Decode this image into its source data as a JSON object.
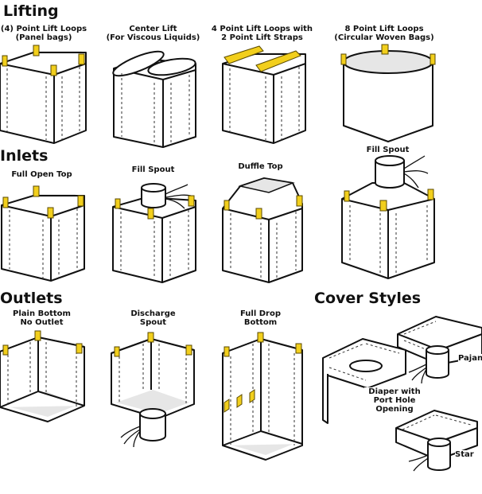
{
  "sections": {
    "lifting": "Lifting",
    "inlets": "Inlets",
    "outlets": "Outlets",
    "cover_styles": "Cover Styles"
  },
  "lifting": [
    {
      "line1": "(4) Point Lift Loops",
      "line2": "(Panel bags)"
    },
    {
      "line1": "Center Lift",
      "line2": "(For Viscous Liquids)"
    },
    {
      "line1": "4 Point Lift Loops with",
      "line2": "2 Point Lift Straps"
    },
    {
      "line1": "8 Point Lift Loops",
      "line2": "(Circular Woven Bags)"
    }
  ],
  "inlets": [
    {
      "line1": "Full Open Top"
    },
    {
      "line1": "Fill Spout"
    },
    {
      "line1": "Duffle Top"
    },
    {
      "line1": "Fill Spout"
    }
  ],
  "outlets": [
    {
      "line1": "Plain Bottom",
      "line2": "No Outlet"
    },
    {
      "line1": "Discharge",
      "line2": "Spout"
    },
    {
      "line1": "Full Drop",
      "line2": "Bottom"
    }
  ],
  "covers": {
    "pajama": "Pajan",
    "diaper_line1": "Diaper with",
    "diaper_line2": "Port Hole",
    "diaper_line3": "Opening",
    "star": "Star"
  },
  "colors": {
    "loop": "#f2cf1c",
    "outline": "#111111",
    "shade": "#e6e6e6"
  }
}
